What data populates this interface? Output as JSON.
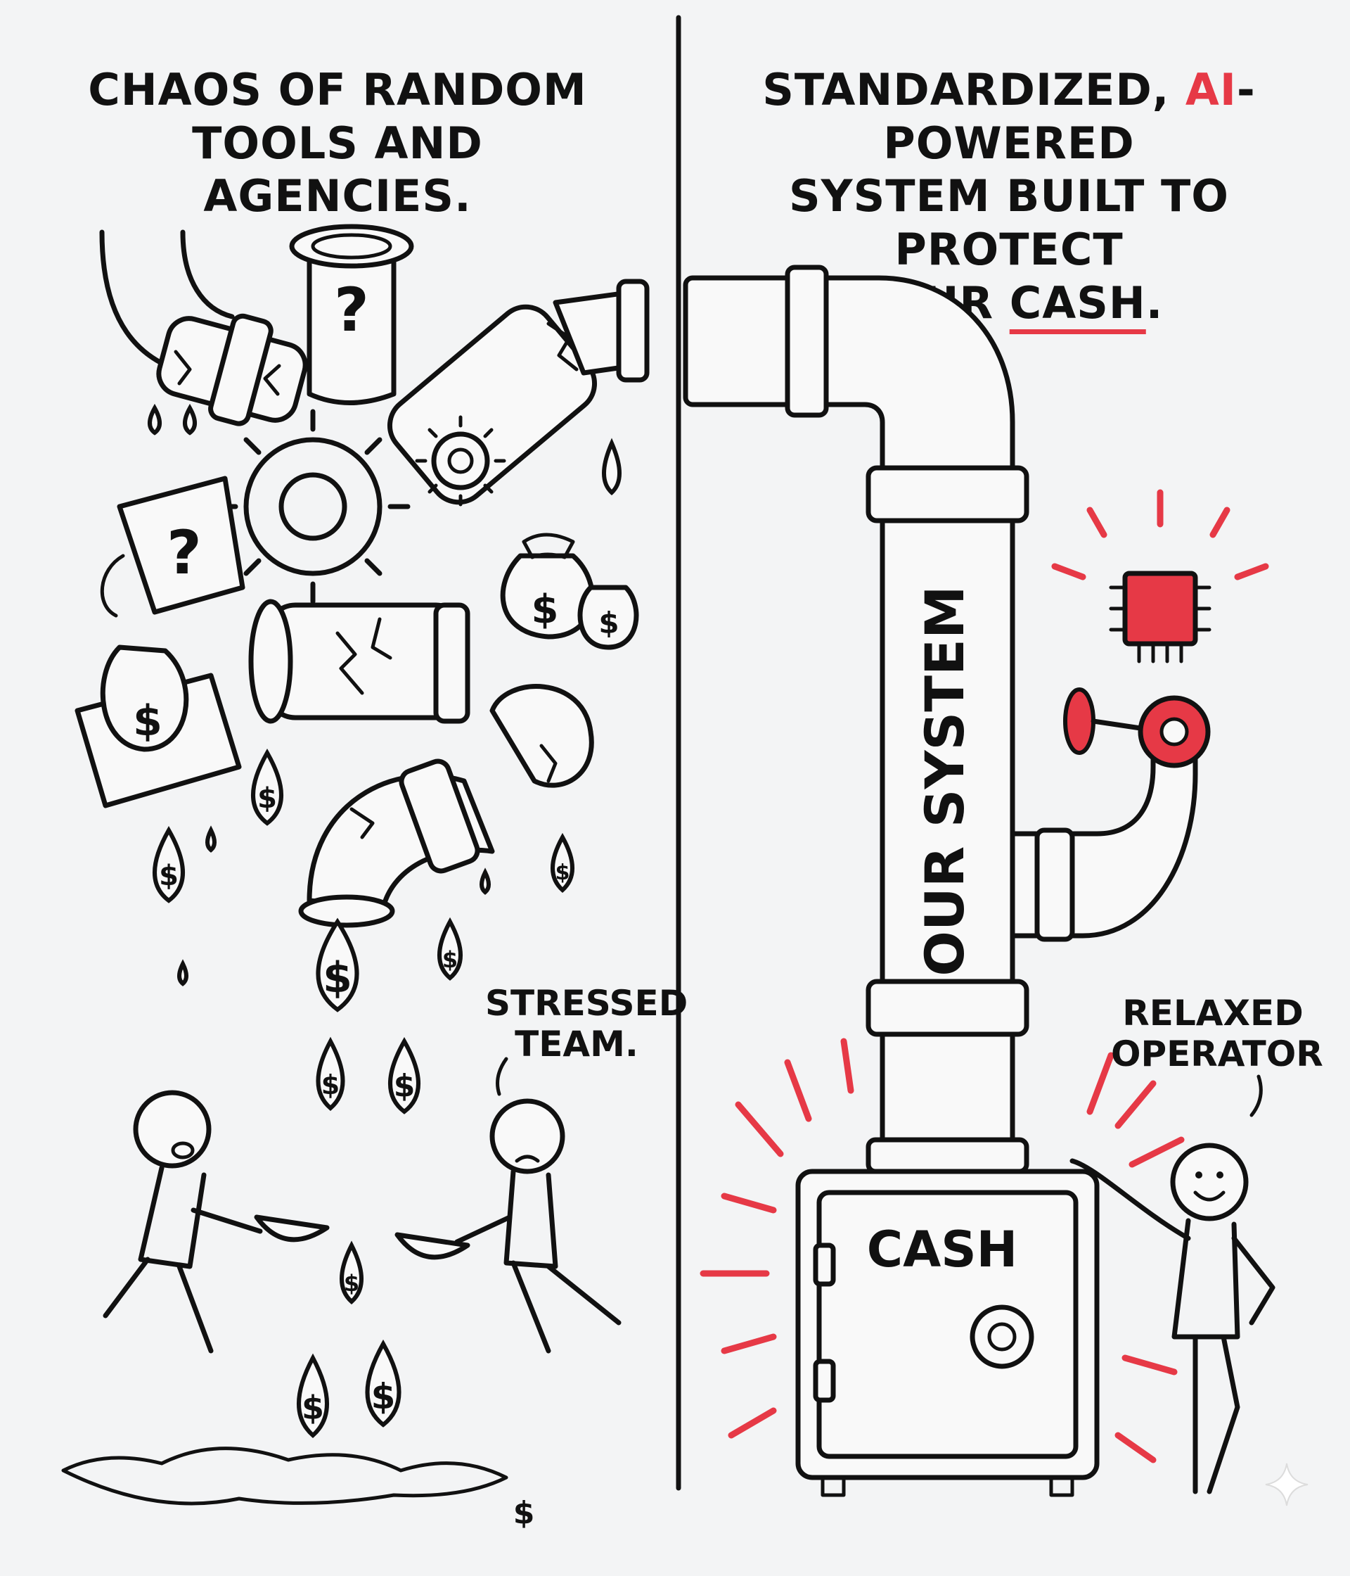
{
  "left_panel": {
    "title_line1": "CHAOS OF RANDOM",
    "title_line2": "TOOLS AND AGENCIES.",
    "stressed_label_line1": "STRESSED",
    "stressed_label_line2": "TEAM."
  },
  "right_panel": {
    "title_part1": "STANDARDIZED, ",
    "title_ai": "AI",
    "title_part2": "-POWERED",
    "title_line2": "SYSTEM BUILT TO PROTECT",
    "title_line3_prefix": "YOUR ",
    "title_cash": "CASH",
    "title_line3_suffix": ".",
    "pipe_label": "OUR SYSTEM",
    "safe_label": "CASH",
    "relaxed_label_line1": "RELAXED",
    "relaxed_label_line2": "OPERATOR"
  },
  "symbols": {
    "question_mark": "?",
    "dollar": "$"
  },
  "colors": {
    "accent": "#e63946",
    "ink": "#111111",
    "background": "#f3f4f5"
  }
}
